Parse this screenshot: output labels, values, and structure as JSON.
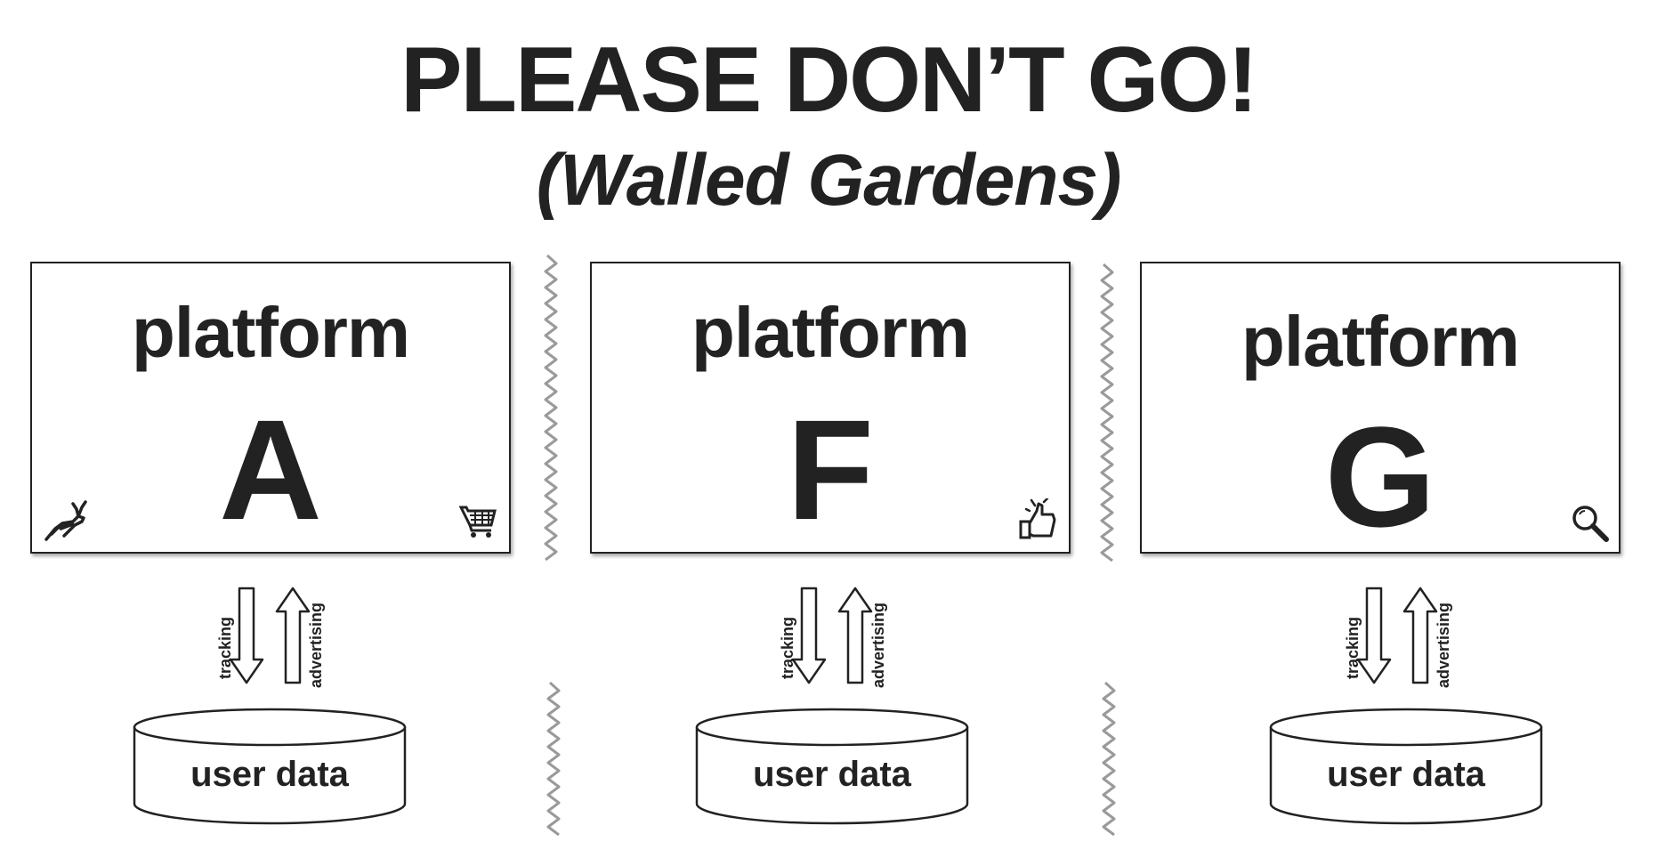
{
  "title": "PLEASE DON’T GO!",
  "subtitle": "(Walled Gardens)",
  "colors": {
    "ink": "#222222",
    "zigzag": "#9a9a9a"
  },
  "platforms": [
    {
      "word": "platform",
      "letter": "A",
      "icons": [
        "deer-icon",
        "shopping-cart-icon"
      ]
    },
    {
      "word": "platform",
      "letter": "F",
      "icons": [
        "thumbs-up-icon"
      ]
    },
    {
      "word": "platform",
      "letter": "G",
      "icons": [
        "magnifier-icon"
      ]
    }
  ],
  "flows": {
    "down_label": "tracking",
    "up_label": "advertising"
  },
  "storage": {
    "label": "user data"
  }
}
